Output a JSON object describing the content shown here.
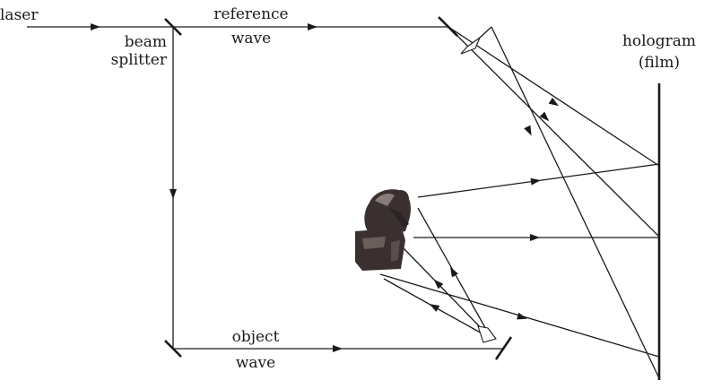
{
  "labels": {
    "laser": "laser",
    "beam_splitter_1": "beam",
    "beam_splitter_2": "splitter",
    "reference_wave_1": "reference",
    "reference_wave_2": "wave",
    "hologram_1": "hologram",
    "hologram_2": "(film)",
    "object_wave_1": "object",
    "object_wave_2": "wave"
  },
  "icons": {
    "statue": "thinker-statue-icon"
  },
  "colors": {
    "ink": "#1a1a1a",
    "statue_dark": "#3a3030",
    "statue_light": "#8a7c78"
  }
}
